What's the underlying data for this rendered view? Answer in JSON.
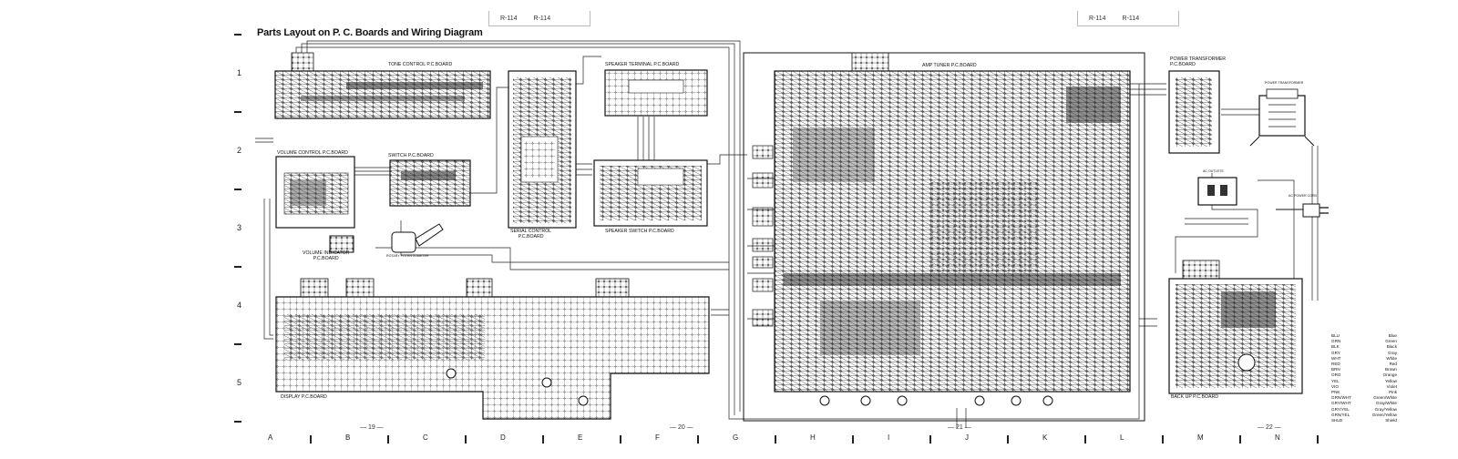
{
  "header": {
    "left_refs": [
      "R-114",
      "R-114"
    ],
    "right_refs": [
      "R-114",
      "R-114"
    ]
  },
  "title": "Parts Layout on P. C. Boards and Wiring Diagram",
  "row_numbers": [
    "1",
    "2",
    "3",
    "4",
    "5"
  ],
  "column_letters": [
    "A",
    "B",
    "C",
    "D",
    "E",
    "F",
    "G",
    "H",
    "I",
    "J",
    "K",
    "L",
    "M",
    "N"
  ],
  "page_numbers": [
    "— 19 —",
    "— 20 —",
    "— 21 —",
    "— 22 —"
  ],
  "boards": {
    "tone_control": "TONE CONTROL P.C.BOARD",
    "volume_control": "VOLUME CONTROL P.C.BOARD",
    "switch": "SWITCH P.C.BOARD",
    "serial_control": "SERIAL CONTROL\nP.C.BOARD",
    "speaker_terminal": "SPEAKER TERMINAL P.C.BOARD",
    "speaker_switch": "SPEAKER SWITCH P.C.BOARD",
    "amp_tuner": "AMP TUNER P.C.BOARD",
    "power_transformer": "POWER TRANSFORMER\nP.C.BOARD",
    "volume_indicator": "VOLUME INDICATOR\nP.C.BOARD",
    "display": "DISPLAY P.C.BOARD",
    "back_up": "BACK UP P.C.BOARD"
  },
  "parts": {
    "power_transformer_part": "POWER TRANSFORMER",
    "ac_outlets": "AC OUTLETS",
    "ac_power_cord": "AC POWER CORD",
    "potentiometer": "ROTARY POTENTIOMETER"
  },
  "legend": [
    {
      "code": "BLU",
      "color": "Blue"
    },
    {
      "code": "GRN",
      "color": "Green"
    },
    {
      "code": "BLK",
      "color": "Black"
    },
    {
      "code": "GRY",
      "color": "Gray"
    },
    {
      "code": "WHT",
      "color": "White"
    },
    {
      "code": "RED",
      "color": "Red"
    },
    {
      "code": "BRN",
      "color": "Brown"
    },
    {
      "code": "ORG",
      "color": "Orange"
    },
    {
      "code": "YEL",
      "color": "Yellow"
    },
    {
      "code": "VIO",
      "color": "Violet"
    },
    {
      "code": "PNK",
      "color": "Pink"
    },
    {
      "code": "GRN/WHT",
      "color": "Green/White"
    },
    {
      "code": "GRY/WHT",
      "color": "Gray/White"
    },
    {
      "code": "GRY/YEL",
      "color": "Gray/Yellow"
    },
    {
      "code": "GRN/YEL",
      "color": "Green/Yellow"
    },
    {
      "code": "SHLD",
      "color": "Shield"
    }
  ]
}
